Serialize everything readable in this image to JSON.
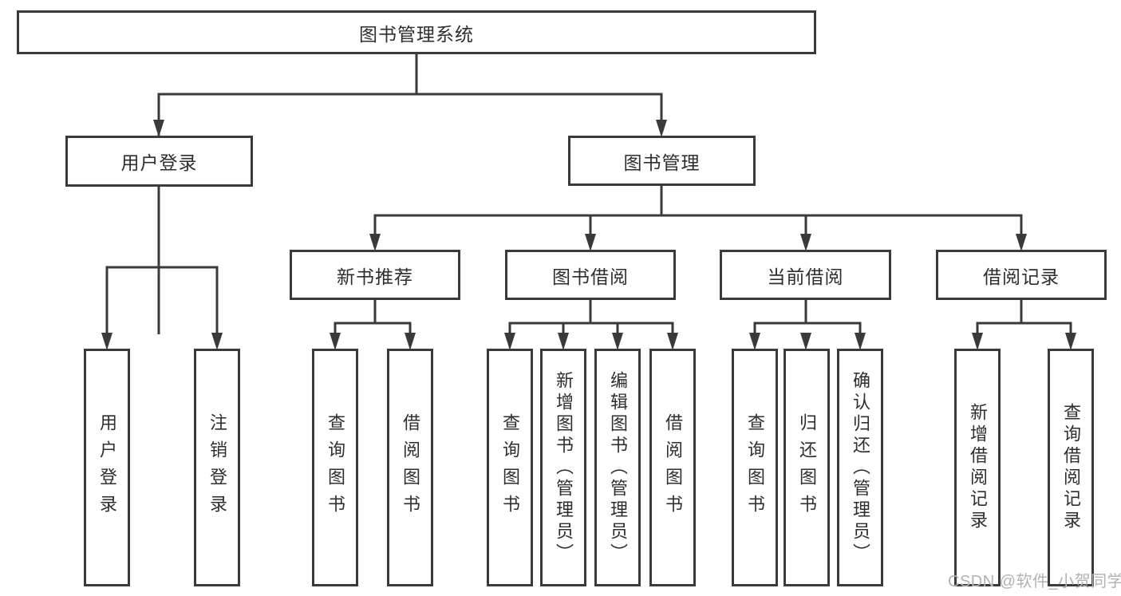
{
  "diagram": {
    "title": "图书管理系统",
    "tree": {
      "label": "图书管理系统",
      "children": [
        {
          "label": "用户登录",
          "children": [
            {
              "label": "用户登录"
            },
            {
              "label": "注销登录"
            }
          ]
        },
        {
          "label": "图书管理",
          "children": [
            {
              "label": "新书推荐",
              "children": [
                {
                  "label": "查询图书"
                },
                {
                  "label": "借阅图书"
                }
              ]
            },
            {
              "label": "图书借阅",
              "children": [
                {
                  "label": "查询图书"
                },
                {
                  "label": "新增图书（管理员）"
                },
                {
                  "label": "编辑图书（管理员）"
                },
                {
                  "label": "借阅图书"
                }
              ]
            },
            {
              "label": "当前借阅",
              "children": [
                {
                  "label": "查询图书"
                },
                {
                  "label": "归还图书"
                },
                {
                  "label": "确认归还（管理员）"
                }
              ]
            },
            {
              "label": "借阅记录",
              "children": [
                {
                  "label": "新增借阅记录"
                },
                {
                  "label": "查询借阅记录"
                }
              ]
            }
          ]
        }
      ]
    },
    "colors": {
      "line": "#3a3a3a",
      "text": "#2e2e2e",
      "background": "#ffffff",
      "watermark": "#b3b1b1"
    }
  },
  "watermark": {
    "text": "CSDN @软件_小贺同学"
  }
}
